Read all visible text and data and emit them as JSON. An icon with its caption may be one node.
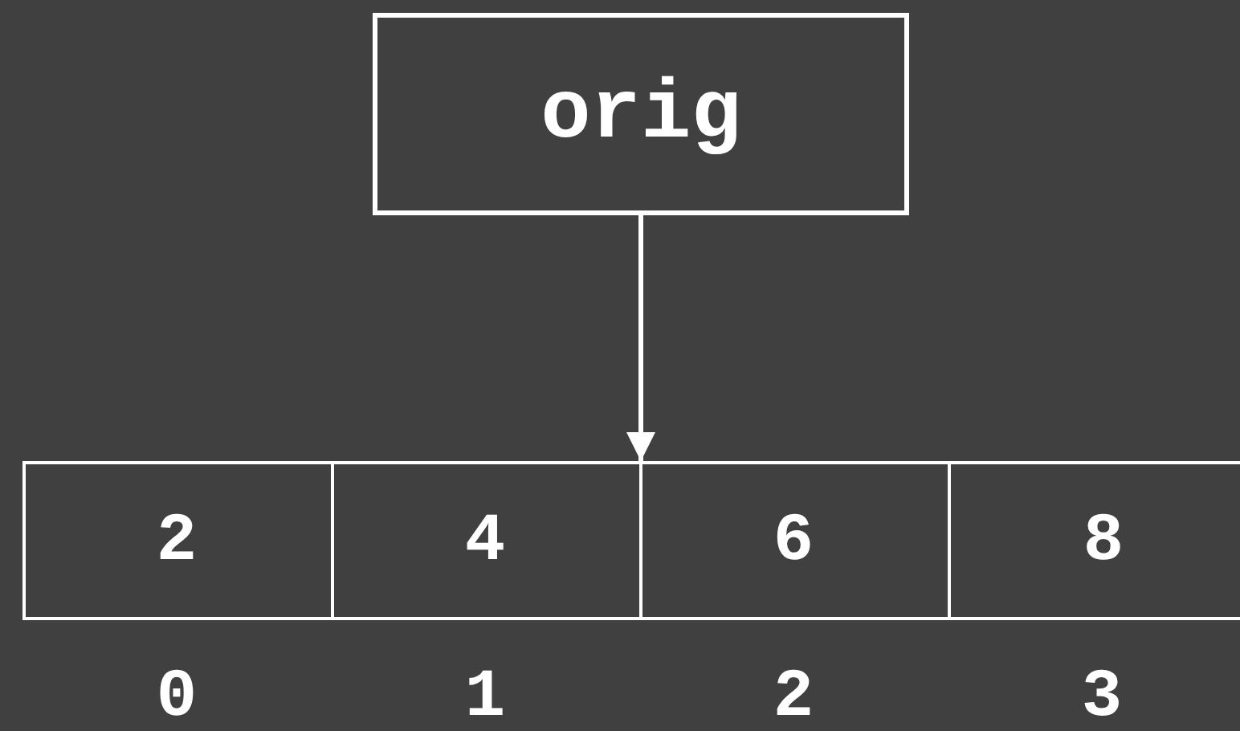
{
  "diagram": {
    "nodes": [
      {
        "text": [
          "orig"
        ]
      },
      {
        "text": [],
        "shape": "box"
      },
      {
        "text": [
          "2"
        ],
        "in": 1
      },
      {
        "text": [
          "4"
        ],
        "in": 1
      },
      {
        "text": [
          "6"
        ],
        "in": 1
      },
      {
        "text": [
          "8"
        ],
        "in": 1
      }
    ],
    "edges": [
      {
        "from": 0,
        "to": 1,
        "arrow": "to"
      }
    ],
    "labels": [
      "0",
      "1",
      "2",
      "3"
    ]
  }
}
